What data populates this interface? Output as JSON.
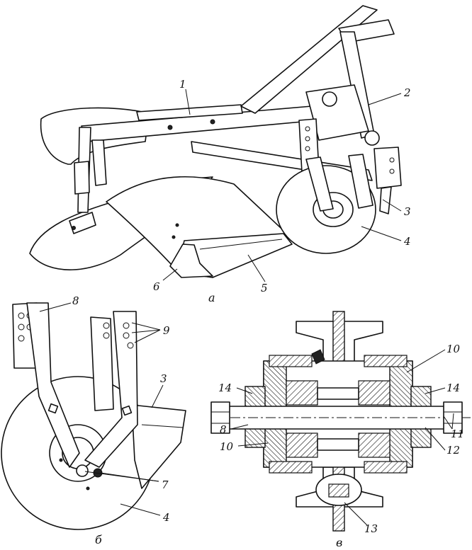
{
  "figure": {
    "panels": [
      {
        "id": "a",
        "caption": "а"
      },
      {
        "id": "b",
        "caption": "б"
      },
      {
        "id": "v",
        "caption": "в"
      }
    ],
    "callouts": {
      "a": [
        "1",
        "2",
        "3",
        "4",
        "5",
        "6"
      ],
      "b": [
        "8",
        "9",
        "3",
        "7",
        "4"
      ],
      "v": [
        "10",
        "14",
        "14",
        "11",
        "8",
        "12",
        "10",
        "13"
      ]
    }
  }
}
